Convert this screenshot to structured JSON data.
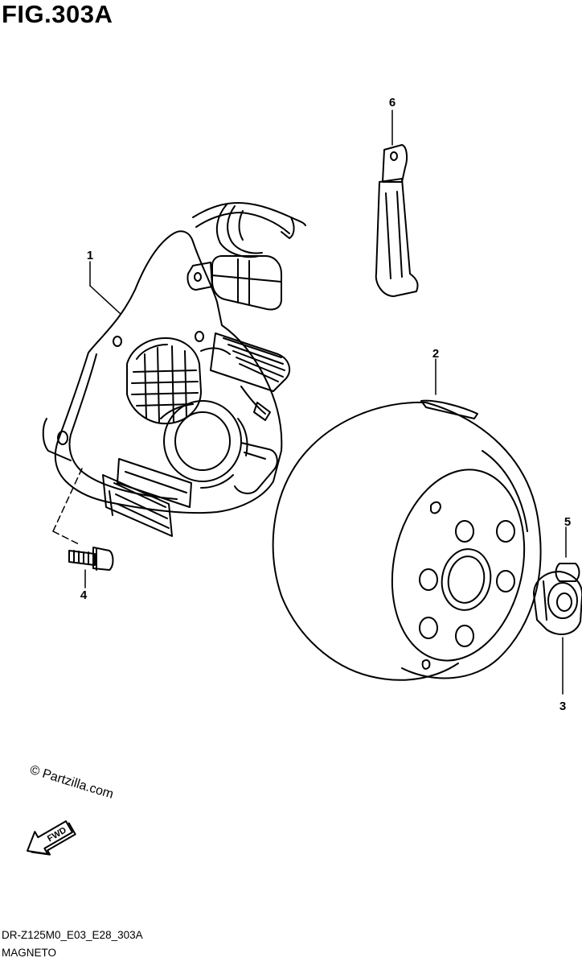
{
  "figure": {
    "title": "FIG.303A"
  },
  "callouts": {
    "part_1": "1",
    "part_2": "2",
    "part_3": "3",
    "part_4": "4",
    "part_5": "5",
    "part_6": "6"
  },
  "copyright": "© Partzilla.com",
  "fwd_label": "FWD",
  "footer": {
    "code": "DR-Z125M0_E03_E28_303A",
    "name": "MAGNETO"
  }
}
